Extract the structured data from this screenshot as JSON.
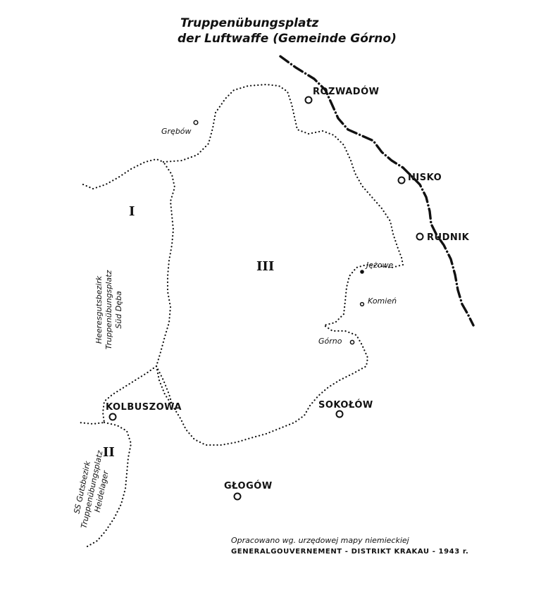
{
  "title": {
    "line1": "Truppenübungsplatz",
    "line2": "der Luftwaffe (Gemeinde Górno)"
  },
  "towns": {
    "rozwadow": "ROZWADÓW",
    "nisko": "NISKO",
    "rudnik": "RUDNIK",
    "kolbuszowa": "KOLBUSZOWA",
    "sokolow": "SOKOŁÓW",
    "glogow": "GŁOGÓW"
  },
  "villages": {
    "grebow": "Grębów",
    "jezowe": "Jężowe",
    "komien": "Komień",
    "gorno": "Górno"
  },
  "zones": {
    "zone_i": "I",
    "zone_ii": "II",
    "zone_iii": "III",
    "debica_line1": "Heeresgutsbezirk",
    "debica_line2": "Truppenübungsplatz",
    "debica_line3": "Süd Dęba",
    "ss_line1": "SS Gutsbezirk",
    "ss_line2": "Truppenübungsplatz",
    "ss_line3": "Heidelager"
  },
  "note": {
    "line1": "Opracowano wg. urzędowej mapy niemieckiej",
    "line2": "GENERALGOUVERNEMENT - DISTRIKT KRAKAU - 1943 r."
  }
}
